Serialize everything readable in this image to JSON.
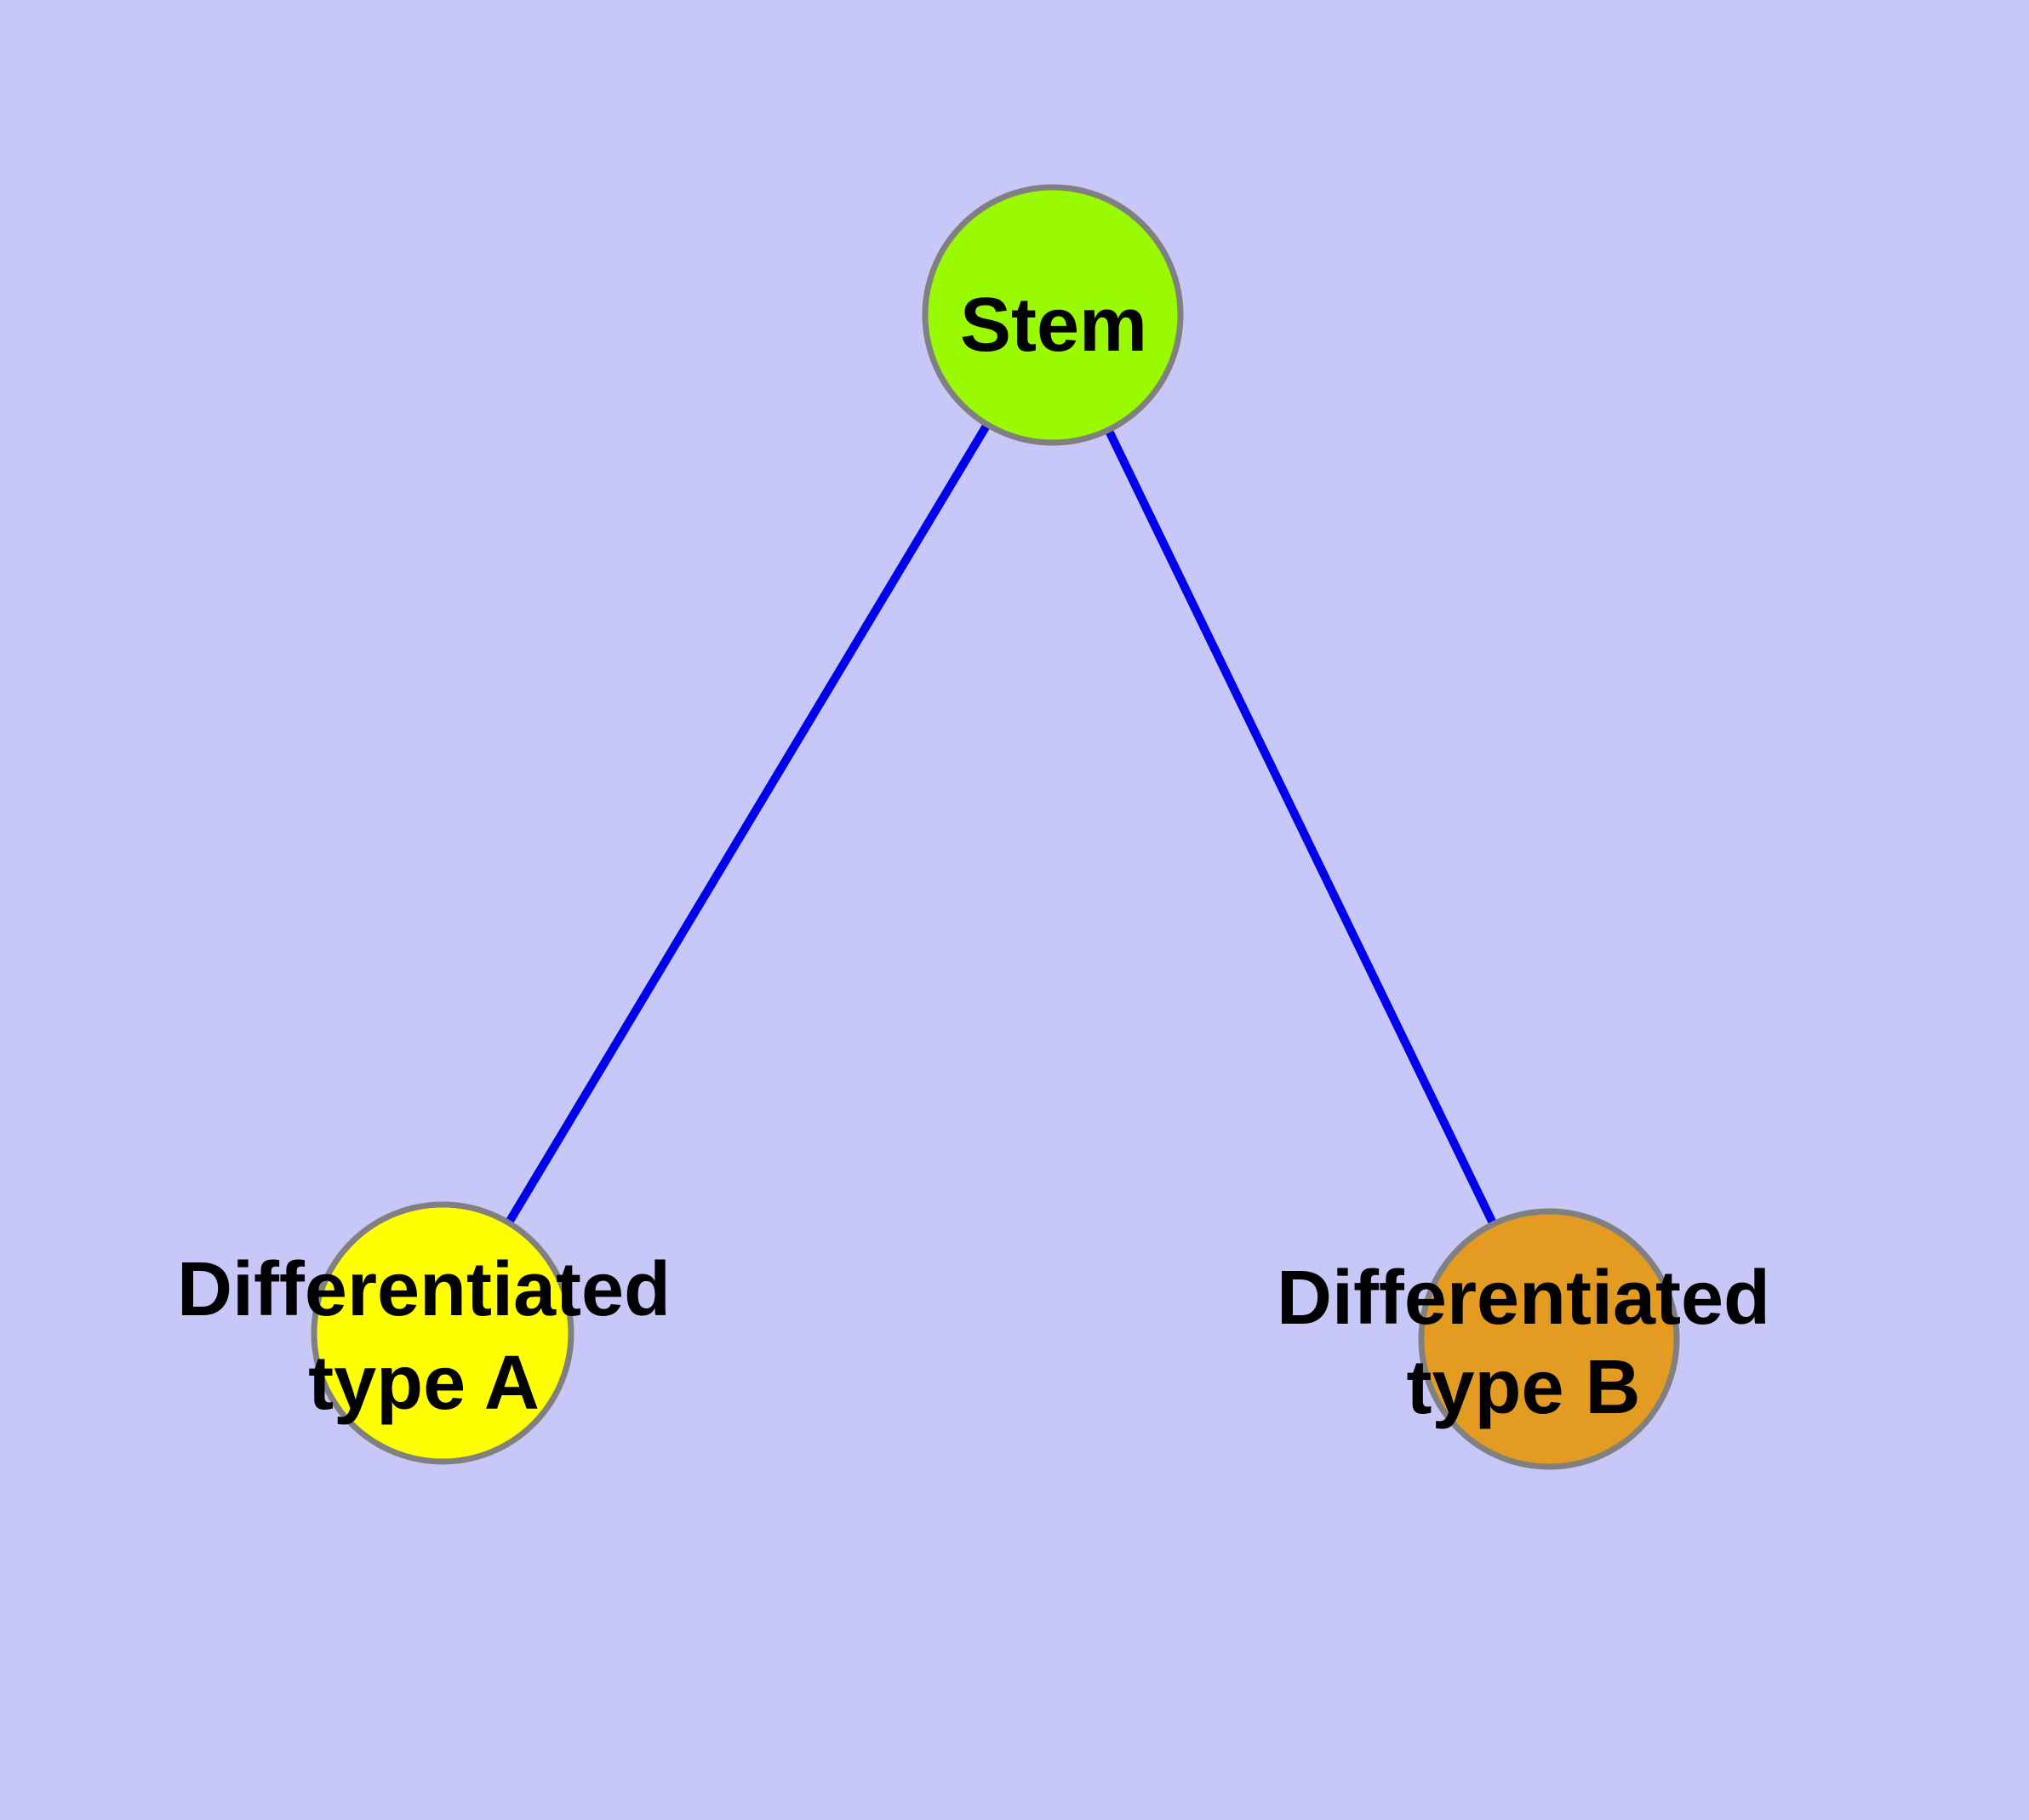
{
  "diagram": {
    "description": "Cell differentiation graph: a stem node connected to two differentiated cell type nodes",
    "colors": {
      "background": "#C8C8F8",
      "edge": "#0000EE",
      "node_border": "#808080",
      "stem_fill": "#9AFA00",
      "type_a_fill": "#FFFF00",
      "type_b_fill": "#E49B21",
      "label_text": "#000000"
    },
    "nodes": {
      "stem": {
        "label": "Stem"
      },
      "type_a": {
        "label_line1": "Differentiated",
        "label_line2": "type A"
      },
      "type_b": {
        "label_line1": "Differentiated",
        "label_line2": "type B"
      }
    },
    "edges": [
      {
        "from": "Stem",
        "to": "Differentiated type A"
      },
      {
        "from": "Stem",
        "to": "Differentiated type B"
      }
    ]
  }
}
